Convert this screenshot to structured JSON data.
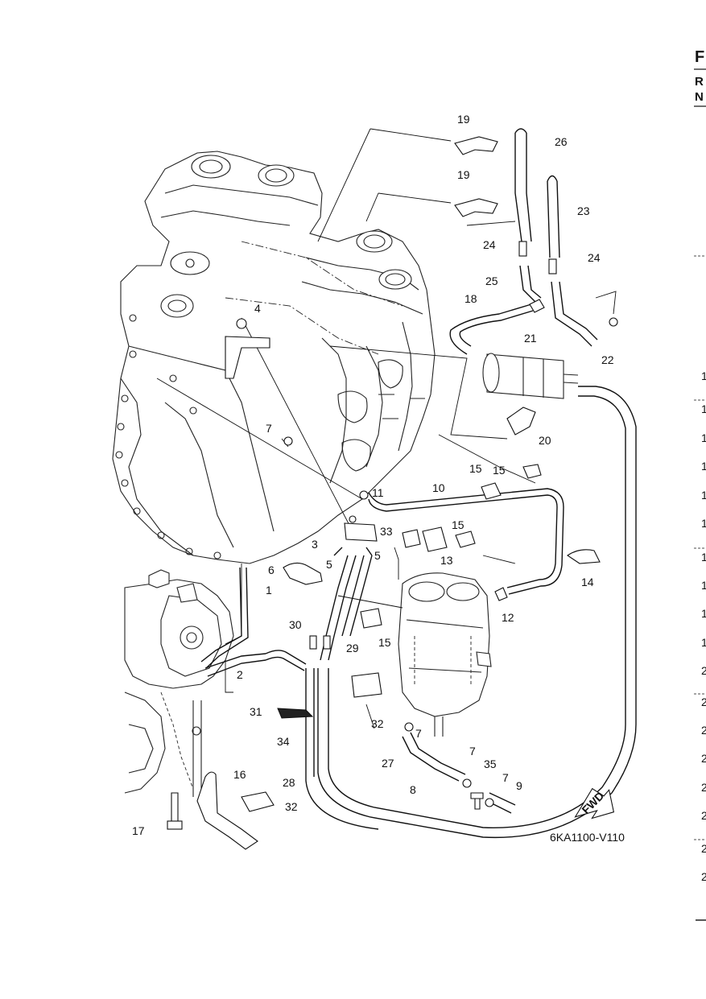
{
  "drawing_code": "6KA1100-V110",
  "fwd_label": "FWD",
  "margin": {
    "letters": [
      "F",
      "R",
      "N"
    ],
    "numbers": [
      "1",
      "1",
      "1",
      "1",
      "1",
      "1",
      "1",
      "1",
      "1",
      "1",
      "2",
      "2",
      "2",
      "2",
      "2",
      "2",
      "2",
      "2"
    ]
  },
  "callouts": [
    "1",
    "2",
    "3",
    "4",
    "5",
    "5",
    "6",
    "7",
    "7",
    "7",
    "7",
    "8",
    "9",
    "10",
    "11",
    "12",
    "13",
    "14",
    "15",
    "15",
    "15",
    "15",
    "16",
    "17",
    "18",
    "19",
    "19",
    "20",
    "21",
    "22",
    "23",
    "24",
    "24",
    "25",
    "26",
    "27",
    "28",
    "29",
    "30",
    "31",
    "32",
    "32",
    "33",
    "34",
    "35"
  ]
}
